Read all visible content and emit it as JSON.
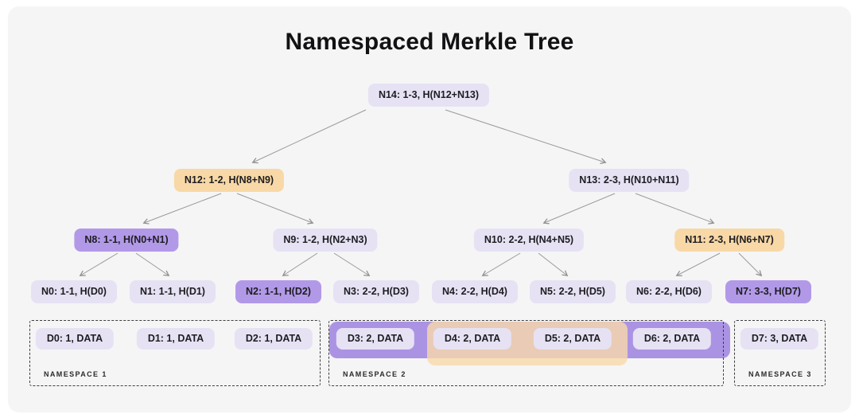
{
  "title": "Namespaced Merkle Tree",
  "nodes": [
    {
      "id": "N14",
      "label": "N14: 1-3, H(N12+N13)",
      "variant": "lavender"
    },
    {
      "id": "N12",
      "label": "N12: 1-2, H(N8+N9)",
      "variant": "orange"
    },
    {
      "id": "N13",
      "label": "N13: 2-3, H(N10+N11)",
      "variant": "lavender"
    },
    {
      "id": "N8",
      "label": "N8: 1-1, H(N0+N1)",
      "variant": "purple"
    },
    {
      "id": "N9",
      "label": "N9: 1-2, H(N2+N3)",
      "variant": "lavender"
    },
    {
      "id": "N10",
      "label": "N10: 2-2, H(N4+N5)",
      "variant": "lavender"
    },
    {
      "id": "N11",
      "label": "N11: 2-3, H(N6+N7)",
      "variant": "orange"
    },
    {
      "id": "N0",
      "label": "N0: 1-1, H(D0)",
      "variant": "lavender"
    },
    {
      "id": "N1",
      "label": "N1: 1-1, H(D1)",
      "variant": "lavender"
    },
    {
      "id": "N2",
      "label": "N2: 1-1, H(D2)",
      "variant": "purple"
    },
    {
      "id": "N3",
      "label": "N3: 2-2, H(D3)",
      "variant": "lavender"
    },
    {
      "id": "N4",
      "label": "N4: 2-2, H(D4)",
      "variant": "lavender"
    },
    {
      "id": "N5",
      "label": "N5: 2-2, H(D5)",
      "variant": "lavender"
    },
    {
      "id": "N6",
      "label": "N6: 2-2, H(D6)",
      "variant": "lavender"
    },
    {
      "id": "N7",
      "label": "N7: 3-3, H(D7)",
      "variant": "purple"
    }
  ],
  "edges": [
    [
      "N14",
      "N12"
    ],
    [
      "N14",
      "N13"
    ],
    [
      "N12",
      "N8"
    ],
    [
      "N12",
      "N9"
    ],
    [
      "N13",
      "N10"
    ],
    [
      "N13",
      "N11"
    ],
    [
      "N8",
      "N0"
    ],
    [
      "N8",
      "N1"
    ],
    [
      "N9",
      "N2"
    ],
    [
      "N9",
      "N3"
    ],
    [
      "N10",
      "N4"
    ],
    [
      "N10",
      "N5"
    ],
    [
      "N11",
      "N6"
    ],
    [
      "N11",
      "N7"
    ]
  ],
  "namespaces": [
    {
      "label": "NAMESPACE 1",
      "items": [
        "D0: 1, DATA",
        "D1: 1, DATA",
        "D2: 1, DATA"
      ]
    },
    {
      "label": "NAMESPACE 2",
      "items": [
        "D3: 2, DATA",
        "D4: 2, DATA",
        "D5: 2, DATA",
        "D6: 2, DATA"
      ]
    },
    {
      "label": "NAMESPACE 3",
      "items": [
        "D7: 3, DATA"
      ]
    }
  ],
  "highlights": [
    {
      "name": "purple-band",
      "covers": [
        "D3",
        "D4",
        "D5",
        "D6"
      ],
      "color": "#ab93e3"
    },
    {
      "name": "orange-band",
      "covers": [
        "D4",
        "D5"
      ],
      "color": "#f8d9aa"
    }
  ],
  "palette": {
    "node_lavender": "#e6e2f4",
    "node_purple": "#b299e8",
    "node_orange": "#f8d8a6",
    "canvas": "#f5f5f6",
    "arrow": "#8f8f8f",
    "text": "#1d1d21"
  }
}
